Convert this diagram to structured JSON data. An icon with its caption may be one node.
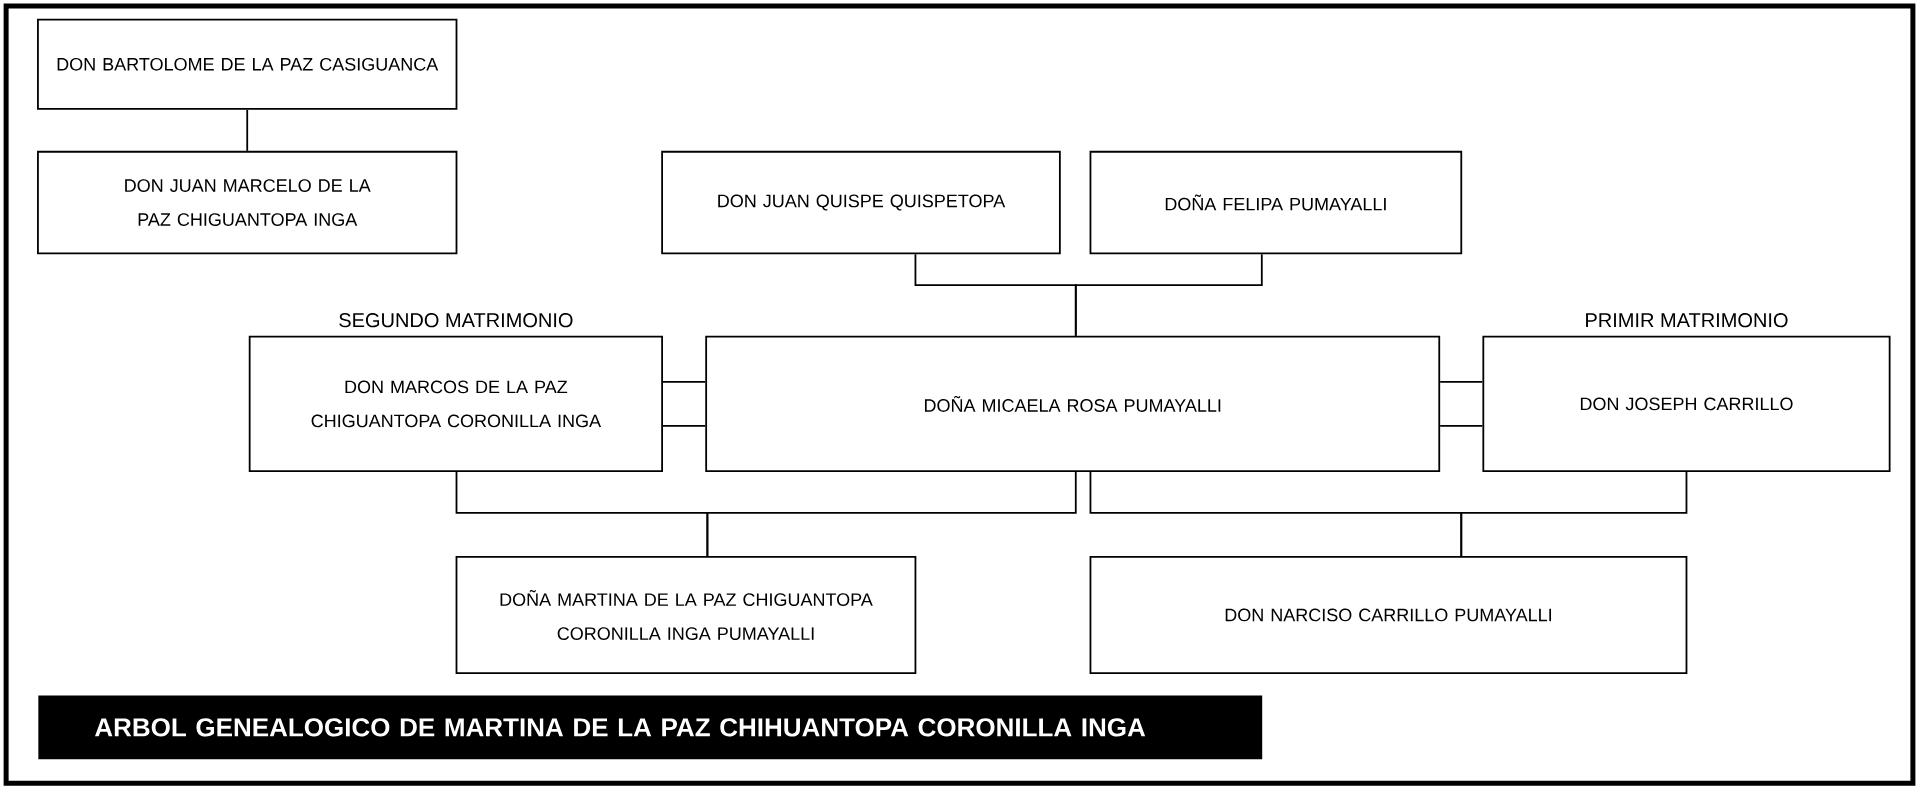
{
  "diagram": {
    "title": "ARBOL GENEALOGICO DE MARTINA DE LA PAZ CHIHUANTOPA CORONILLA INGA",
    "nodes": [
      {
        "text": [
          "DON BARTOLOME DE LA PAZ CASIGUANCA"
        ]
      },
      {
        "text": [
          "DON JUAN MARCELO DE LA PAZ CHIGUANTOPA INGA"
        ]
      },
      {
        "text": [
          "DON JUAN QUISPE QUISPETOPA"
        ]
      },
      {
        "text": [
          "DOÑA FELIPA PUMAYALLI"
        ]
      },
      {
        "text": [
          "DON MARCOS DE LA PAZ CHIGUANTOPA CORONILLA INGA"
        ],
        "beside": [
          "SEGUNDO MATRIMONIO"
        ]
      },
      {
        "text": [
          "DOÑA MICAELA ROSA PUMAYALLI"
        ]
      },
      {
        "text": [
          "DON JOSEPH CARRILLO"
        ],
        "beside": [
          "PRIMIR MATRIMONIO"
        ]
      },
      {
        "text": [
          "DOÑA MARTINA DE LA PAZ CHIGUANTOPA CORONILLA INGA PUMAYALLI"
        ]
      },
      {
        "text": [
          "DON NARCISO CARRILLO PUMAYALLI"
        ]
      }
    ],
    "edges": [
      {
        "from": 0,
        "to": 1,
        "arrow": "none"
      },
      {
        "from": 2,
        "to": 5,
        "arrow": "none"
      },
      {
        "from": 3,
        "to": 5,
        "arrow": "none"
      },
      {
        "from": 4,
        "to": 5,
        "arrow": "none"
      },
      {
        "from": 4,
        "to": 5,
        "arrow": "none"
      },
      {
        "from": 5,
        "to": 6,
        "arrow": "none"
      },
      {
        "from": 5,
        "to": 6,
        "arrow": "none"
      },
      {
        "from": 4,
        "to": 7,
        "arrow": "none"
      },
      {
        "from": 5,
        "to": 7,
        "arrow": "none"
      },
      {
        "from": 5,
        "to": 8,
        "arrow": "none"
      },
      {
        "from": 6,
        "to": 8,
        "arrow": "none"
      }
    ]
  }
}
